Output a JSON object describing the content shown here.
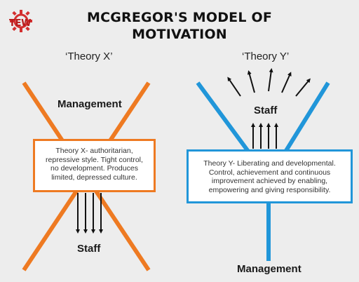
{
  "logo": {
    "text": "TEW",
    "color": "#c62828"
  },
  "title": {
    "line1": "MCGREGOR'S MODEL OF",
    "line2": "MOTIVATION"
  },
  "theory_x": {
    "heading": "‘Theory X’",
    "top_label": "Management",
    "bottom_label": "Staff",
    "description": "Theory X- authoritarian, repressive style. Tight control, no development. Produces limited, depressed culture.",
    "color": "#ee7a22"
  },
  "theory_y": {
    "heading": "‘Theory Y’",
    "top_label": "Staff",
    "bottom_label": "Management",
    "description": "Theory Y- Liberating and developmental. Control, achievement and continuous improvement achieved by enabling, empowering and giving responsibility.",
    "color": "#2196d9"
  }
}
